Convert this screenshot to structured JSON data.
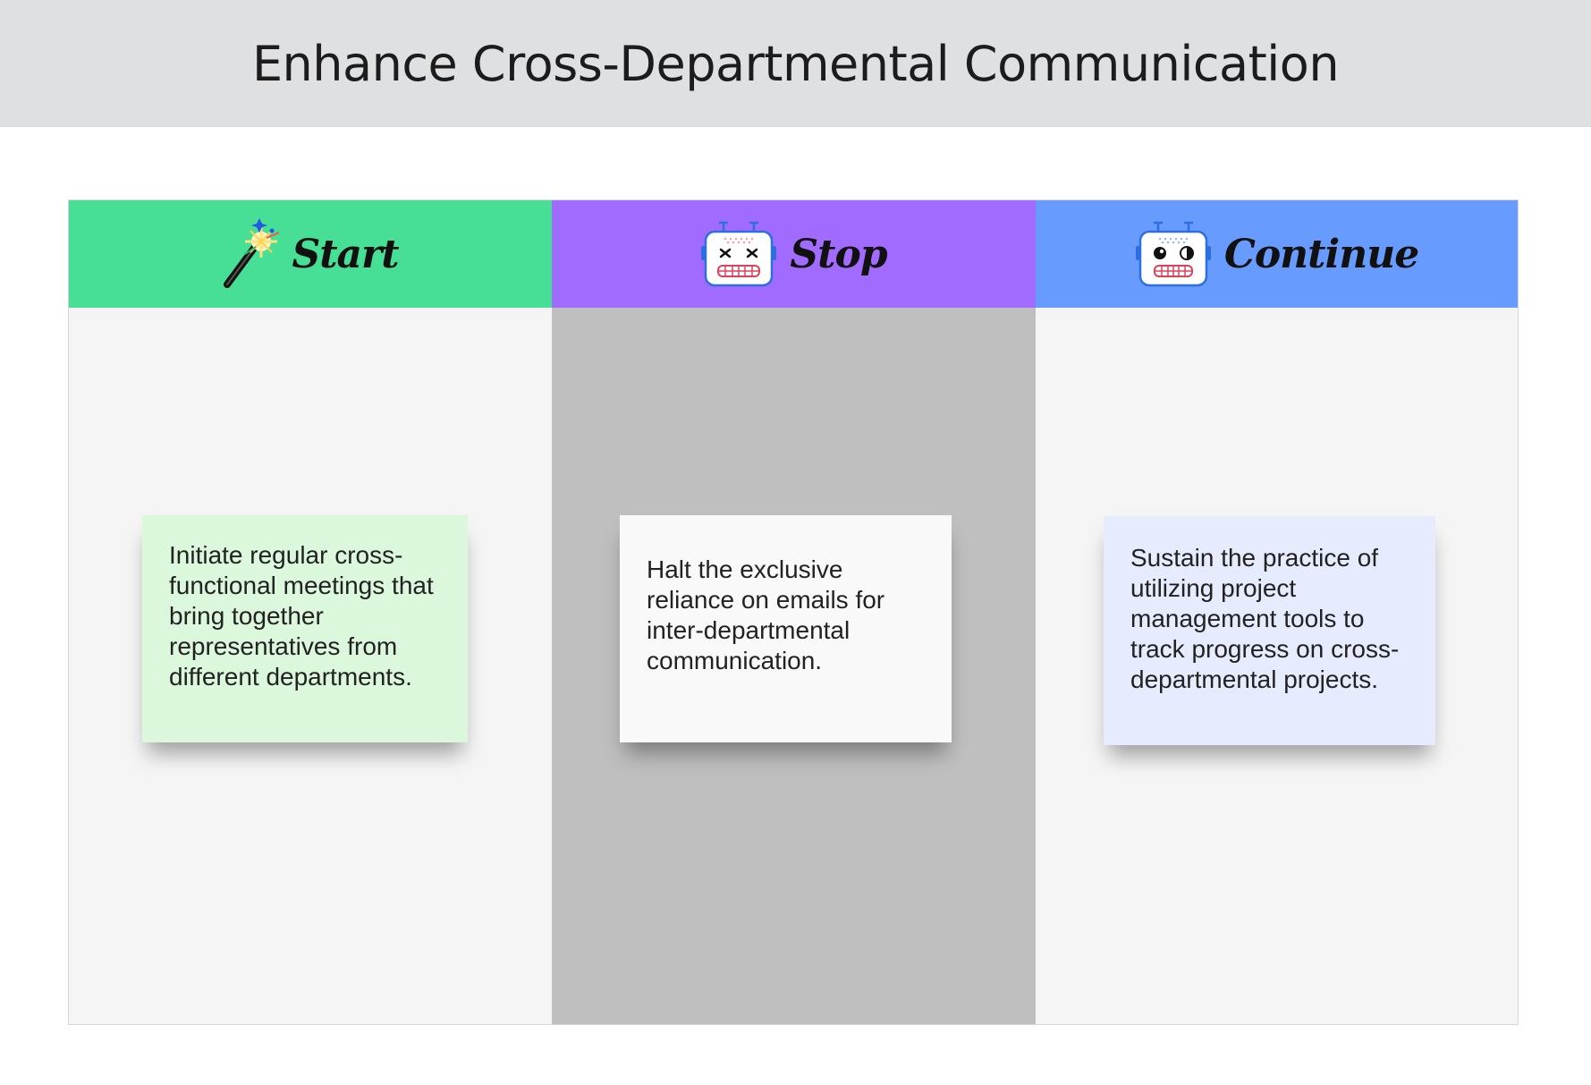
{
  "title": "Enhance Cross-Departmental Communication",
  "columns": [
    {
      "label": "Start",
      "icon": "magic-wand-icon",
      "header_color": "#46df95",
      "body_color": "#f5f5f5",
      "note": {
        "text": "Initiate regular cross-functional meetings that bring together representatives from different departments.",
        "color": "#dcf8dc"
      }
    },
    {
      "label": "Stop",
      "icon": "robot-dead-icon",
      "header_color": "#a06bfe",
      "body_color": "#bfbfbf",
      "note": {
        "text": "Halt the exclusive reliance on emails for inter-departmental communication.",
        "color": "#f9f9f9"
      }
    },
    {
      "label": "Continue",
      "icon": "robot-happy-icon",
      "header_color": "#679cfe",
      "body_color": "#f5f5f5",
      "note": {
        "text": "Sustain the practice of utilizing project management tools to track progress on cross-departmental projects.",
        "color": "#e6ecfd"
      }
    }
  ]
}
